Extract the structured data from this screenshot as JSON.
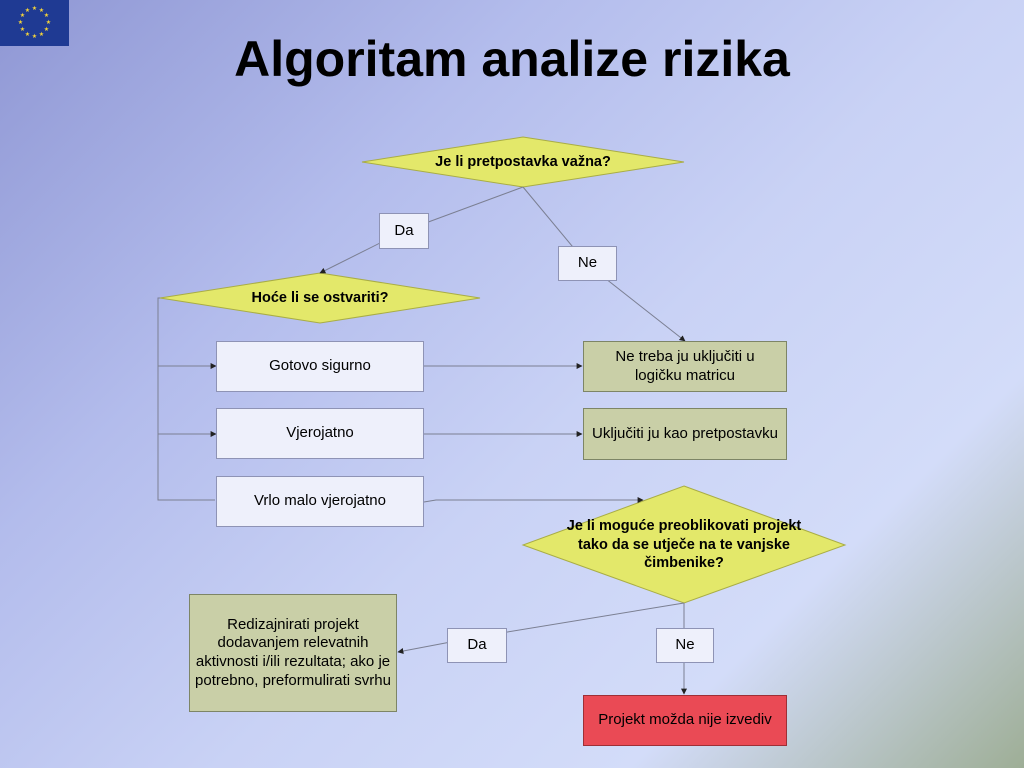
{
  "slide": {
    "title": "Algoritam analize rizika"
  },
  "colors": {
    "decision_fill": "#e3e86a",
    "white_box": "#eef0fb",
    "green_box": "#c9cfa7",
    "red_box": "#ea4a55",
    "connector": "#7b7f92"
  },
  "diagram": {
    "decision_important": "Je li pretpostavka važna?",
    "label_yes_1": "Da",
    "label_no_1": "Ne",
    "decision_will_happen": "Hoće li se ostvariti?",
    "option_certain": "Gotovo sigurno",
    "option_likely": "Vjerojatno",
    "option_unlikely": "Vrlo malo vjerojatno",
    "result_not_include": "Ne treba ju uključiti u logičku matricu",
    "result_include": "Uključiti ju kao pretpostavku",
    "decision_redesign": "Je li moguće preoblikovati projekt tako da se utječe na te vanjske čimbenike?",
    "label_yes_2": "Da",
    "label_no_2": "Ne",
    "result_redesign": "Redizajnirati projekt dodavanjem relevatnih aktivnosti i/ili rezultata; ako je potrebno, preformulirati svrhu",
    "result_not_feasible": "Projekt možda nije izvediv"
  }
}
